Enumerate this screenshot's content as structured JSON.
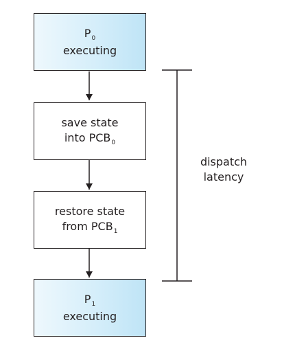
{
  "diagram": {
    "boxes": [
      {
        "name": "p0-executing",
        "kind": "process",
        "line1_text": "P",
        "line1_sub": "0",
        "line2_text": "executing"
      },
      {
        "name": "save-state",
        "kind": "step",
        "line1_text": "save state",
        "line1_sub": "",
        "line2_text": "into PCB",
        "line2_sub": "0"
      },
      {
        "name": "restore-state",
        "kind": "step",
        "line1_text": "restore state",
        "line1_sub": "",
        "line2_text": "from PCB",
        "line2_sub": "1"
      },
      {
        "name": "p1-executing",
        "kind": "process",
        "line1_text": "P",
        "line1_sub": "1",
        "line2_text": "executing"
      }
    ],
    "bracket_label_line1": "dispatch",
    "bracket_label_line2": "latency"
  }
}
